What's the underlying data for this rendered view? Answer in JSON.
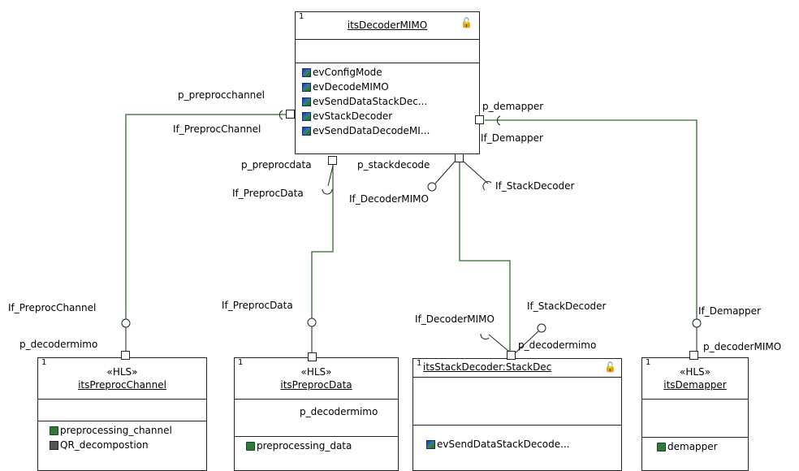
{
  "boxes": {
    "decoder": {
      "count": "1",
      "name": "itsDecoderMIMO",
      "lock_glyph": "🔓",
      "events": [
        "evConfigMode",
        "evDecodeMIMO",
        "evSendDataStackDec...",
        "evStackDecoder",
        "evSendDataDecodeMI..."
      ]
    },
    "preproc_channel": {
      "count": "1",
      "stereotype": "«HLS»",
      "name": "itsPreprocChannel",
      "parts": [
        "preprocessing_channel"
      ],
      "operations": [
        "QR_decompostion"
      ]
    },
    "preproc_data": {
      "count": "1",
      "stereotype": "«HLS»",
      "name": "itsPreprocData",
      "attribute": "p_decodermimo",
      "parts": [
        "preprocessing_data"
      ]
    },
    "stack_decoder": {
      "count": "1",
      "name": "itsStackDecoder:StackDec",
      "lock_glyph": "🔓",
      "events": [
        "evSendDataStackDecode..."
      ]
    },
    "demapper": {
      "count": "1",
      "stereotype": "«HLS»",
      "name": "itsDemapper",
      "parts": [
        "demapper"
      ]
    }
  },
  "labels": {
    "p_preprocchannel": "p_preprocchannel",
    "if_preprocchannel_top": "If_PreprocChannel",
    "p_demapper": "p_demapper",
    "if_demapper_top": "If_Demapper",
    "p_preprocdata": "p_preprocdata",
    "p_stackdecode": "p_stackdecode",
    "if_preprocdata_top": "If_PreprocData",
    "if_decodermimo_top": "If_DecoderMIMO",
    "if_stackdecoder_top": "If_StackDecoder",
    "if_preprocchannel_bottom": "If_PreprocChannel",
    "p_decodermimo_channel": "p_decodermimo",
    "if_preprocdata_bottom": "If_PreprocData",
    "if_decodermimo_bottom": "If_DecoderMIMO",
    "if_stackdecoder_bottom": "If_StackDecoder",
    "p_decodermimo_stack": "p_decodermimo",
    "if_demapper_bottom": "If_Demapper",
    "p_decodermimo_demapper": "p_decoderMIMO"
  },
  "colors": {
    "wire": "#2f6b2f",
    "border": "#222222"
  }
}
